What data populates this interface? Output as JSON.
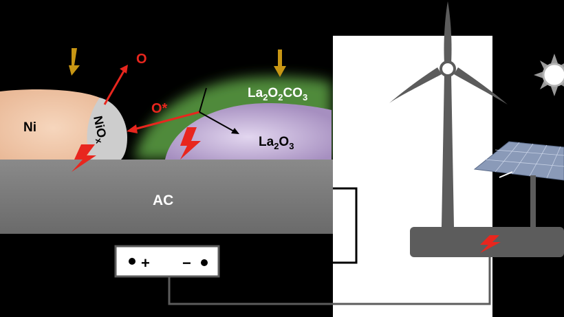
{
  "labels": {
    "ni": "Ni",
    "niox": "NiO",
    "niox_sub": "x",
    "o": "O",
    "o_star": "O*",
    "la2o2co3": {
      "a": "La",
      "s1": "2",
      "b": "O",
      "s2": "2",
      "c": "CO",
      "s3": "3"
    },
    "la2o3": {
      "a": "La",
      "s1": "2",
      "b": "O",
      "s2": "3"
    },
    "ac": "AC",
    "plus": "+",
    "minus": "−"
  },
  "colors": {
    "background": "#000000",
    "ni_particle": "#f2cdb0",
    "niox_shell": "#c8c8c8",
    "la2o3_core": "#d7c8e8",
    "la2o2co3_shell": "#4f8a3a",
    "support": "#7a7a7a",
    "accent_red": "#e8261e",
    "arrow_gold": "#c89614",
    "panel_white": "#ffffff",
    "turbine_gray": "#5c5c5c"
  },
  "icons": [
    "lightning-bolt-icon",
    "down-arrow-icon",
    "wind-turbine-icon",
    "sun-icon",
    "solar-panel-icon",
    "battery-icon"
  ]
}
